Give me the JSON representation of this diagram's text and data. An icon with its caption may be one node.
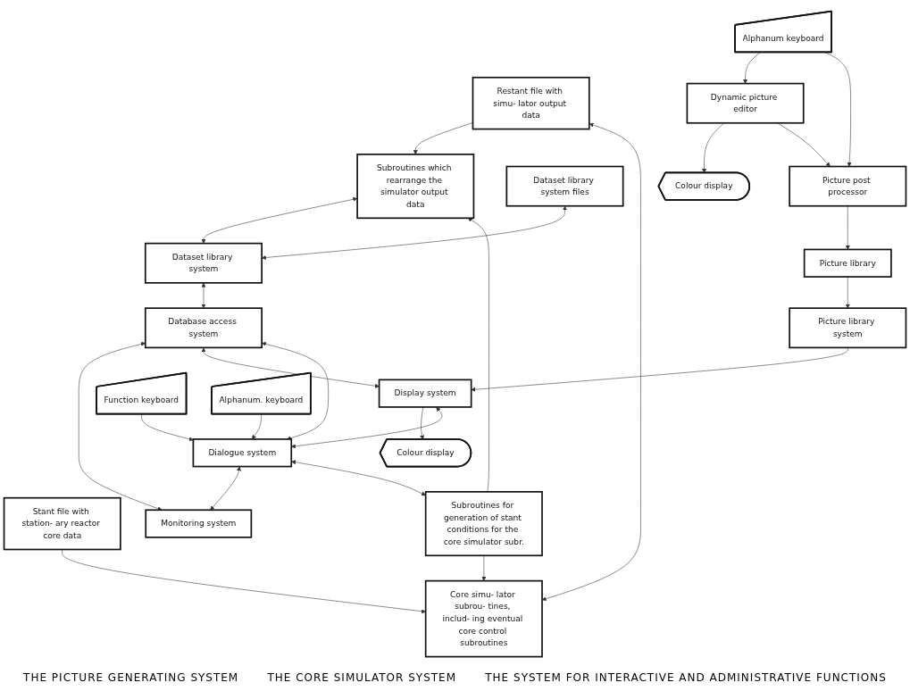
{
  "diagram": {
    "nodes": [
      {
        "text": [
          "Subroutines which rearrange the simulator output data"
        ]
      },
      {
        "text": [
          "Restant file with simu- lator output data"
        ]
      },
      {
        "text": [
          "Core simu- lator subrou- tines, includ- ing eventual core control subroutines"
        ]
      },
      {
        "text": [
          "Stant file with station- ary reactor core data"
        ]
      },
      {
        "text": [
          "Subroutines for generation of stant conditions for the core simulator subr."
        ]
      },
      {
        "text": [
          "Dataset library system files"
        ]
      },
      {
        "text": [
          "Dataset library system"
        ]
      },
      {
        "text": [
          "Database access system"
        ]
      },
      {
        "text": [
          "Monitoring system"
        ]
      },
      {
        "text": [
          "Dynamic picture editor"
        ]
      },
      {
        "text": [
          "Colour display"
        ]
      },
      {
        "text": [
          "Picture post processor"
        ]
      },
      {
        "text": [
          "Alphanum keyboard"
        ]
      },
      {
        "text": [
          "Picture library"
        ]
      },
      {
        "text": [
          "Picture library system"
        ]
      },
      {
        "text": [
          "Display system"
        ]
      },
      {
        "text": [
          "Colour display"
        ]
      },
      {
        "text": [
          "Dialogue system"
        ]
      },
      {
        "text": [
          "Function keyboard"
        ]
      },
      {
        "text": [
          "Alphanum. keyboard"
        ]
      }
    ],
    "edges": [
      {
        "from": 1,
        "to": 0,
        "arrow": "to"
      },
      {
        "from": 1,
        "to": 2,
        "arrow": "both"
      },
      {
        "from": 3,
        "to": 2,
        "arrow": "to"
      },
      {
        "from": 4,
        "to": 2,
        "arrow": "to"
      },
      {
        "from": 4,
        "to": 0,
        "arrow": "to"
      },
      {
        "from": 0,
        "to": 6,
        "arrow": "both"
      },
      {
        "from": 5,
        "to": 6,
        "arrow": "both"
      },
      {
        "from": 6,
        "to": 7,
        "arrow": "both"
      },
      {
        "from": 7,
        "to": 8,
        "arrow": "both"
      },
      {
        "from": 9,
        "to": 10,
        "arrow": "to"
      },
      {
        "from": 12,
        "to": 9,
        "arrow": "to"
      },
      {
        "from": 12,
        "to": 11,
        "arrow": "to"
      },
      {
        "from": 9,
        "to": 11,
        "arrow": "to"
      },
      {
        "from": 11,
        "to": 13,
        "arrow": "to"
      },
      {
        "from": 13,
        "to": 14,
        "arrow": "to"
      },
      {
        "from": 14,
        "to": 15,
        "arrow": "to"
      },
      {
        "from": 15,
        "to": 16,
        "arrow": "to"
      },
      {
        "from": 15,
        "to": 17,
        "arrow": "both"
      },
      {
        "from": 7,
        "to": 15,
        "arrow": "both"
      },
      {
        "from": 7,
        "to": 17,
        "arrow": "both"
      },
      {
        "from": 17,
        "to": 8,
        "arrow": "both"
      },
      {
        "from": 17,
        "to": 4,
        "arrow": "both"
      },
      {
        "from": 18,
        "to": 17,
        "arrow": "to"
      },
      {
        "from": 19,
        "to": 17,
        "arrow": "to"
      }
    ],
    "labels": [
      "THE PICTURE GENERATING SYSTEM",
      "THE CORE SIMULATOR SYSTEM",
      "THE SYSTEM FOR INTERACTIVE AND ADMINISTRATIVE FUNCTIONS"
    ]
  }
}
